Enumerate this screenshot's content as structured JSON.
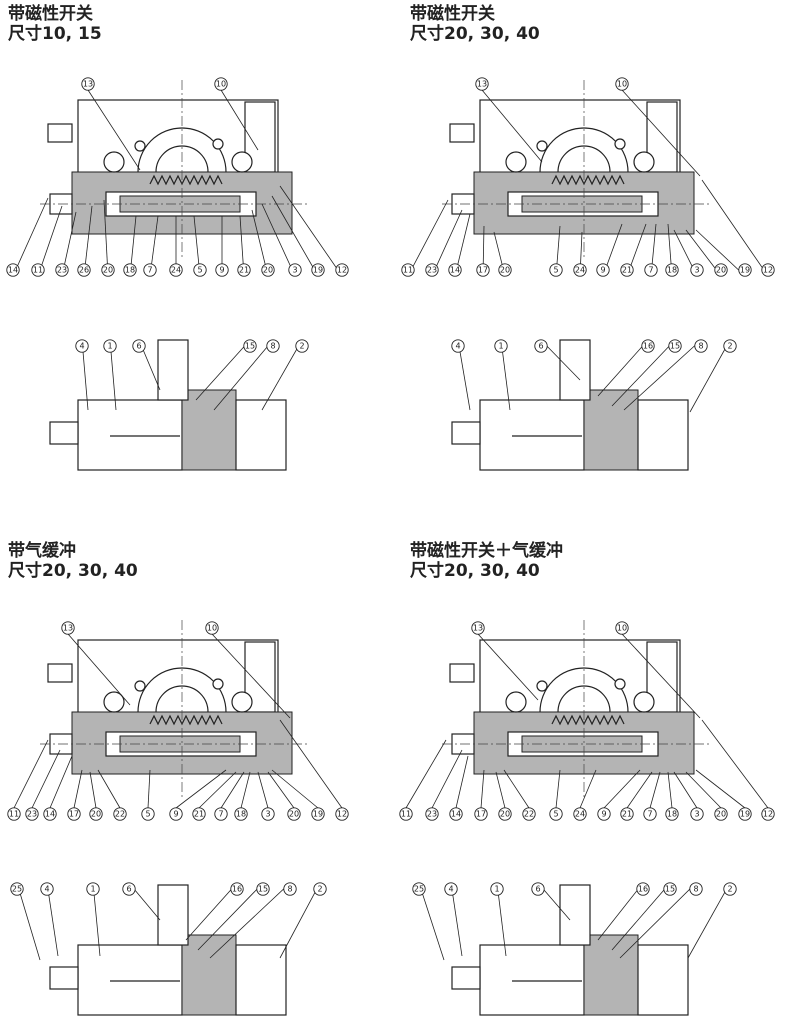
{
  "panels": [
    {
      "title_line1": "带磁性开关",
      "title_line2": "尺寸10, 15"
    },
    {
      "title_line1": "带磁性开关",
      "title_line2": "尺寸20, 30, 40"
    },
    {
      "title_line1": "带气缓冲",
      "title_line2": "尺寸20, 30, 40"
    },
    {
      "title_line1": "带磁性开关＋气缓冲",
      "title_line2": "尺寸20, 30, 40"
    }
  ],
  "part_numbers": {
    "p1_section": [
      "13",
      "10",
      "14",
      "11",
      "23",
      "26",
      "20",
      "18",
      "7",
      "24",
      "5",
      "9",
      "21",
      "20",
      "3",
      "19",
      "12"
    ],
    "p1_top": [
      "4",
      "1",
      "6",
      "15",
      "8",
      "2"
    ],
    "p2_section": [
      "13",
      "10",
      "11",
      "23",
      "14",
      "17",
      "20",
      "5",
      "24",
      "9",
      "21",
      "7",
      "18",
      "3",
      "20",
      "19",
      "12"
    ],
    "p2_top": [
      "4",
      "1",
      "6",
      "16",
      "15",
      "8",
      "2"
    ],
    "p3_section": [
      "13",
      "10",
      "11",
      "23",
      "14",
      "17",
      "20",
      "22",
      "5",
      "9",
      "21",
      "7",
      "18",
      "3",
      "20",
      "19",
      "12"
    ],
    "p3_top": [
      "25",
      "4",
      "1",
      "6",
      "16",
      "15",
      "8",
      "2"
    ],
    "p4_section": [
      "13",
      "10",
      "11",
      "23",
      "14",
      "17",
      "20",
      "22",
      "5",
      "24",
      "9",
      "21",
      "7",
      "18",
      "3",
      "20",
      "19",
      "12"
    ],
    "p4_top": [
      "25",
      "4",
      "1",
      "6",
      "16",
      "15",
      "8",
      "2"
    ]
  },
  "colors": {
    "line": "#222222",
    "section_fill": "#b4b4b4",
    "background": "#ffffff"
  }
}
